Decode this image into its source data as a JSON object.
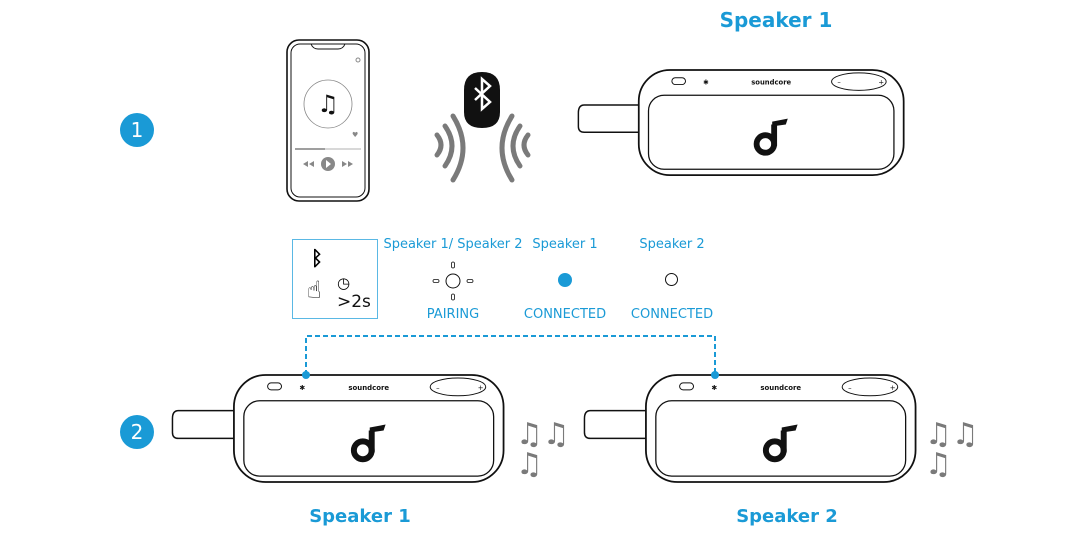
{
  "steps": [
    "1",
    "2"
  ],
  "speaker_labels": {
    "top": "Speaker 1",
    "bottom_left": "Speaker 1",
    "bottom_right": "Speaker 2"
  },
  "speaker_brand": "soundcore",
  "instruction_box": {
    "hold_time": ">2s"
  },
  "indicators": [
    {
      "speaker": "Speaker 1/ Speaker 2",
      "state": "PAIRING",
      "led": "flashing-white"
    },
    {
      "speaker": "Speaker 1",
      "state": "CONNECTED",
      "led": "solid-blue"
    },
    {
      "speaker": "Speaker 2",
      "state": "CONNECTED",
      "led": "solid-white"
    }
  ],
  "colors": {
    "accent": "#1a9ad6",
    "ink": "#111111",
    "wave": "#7a7a7a"
  }
}
